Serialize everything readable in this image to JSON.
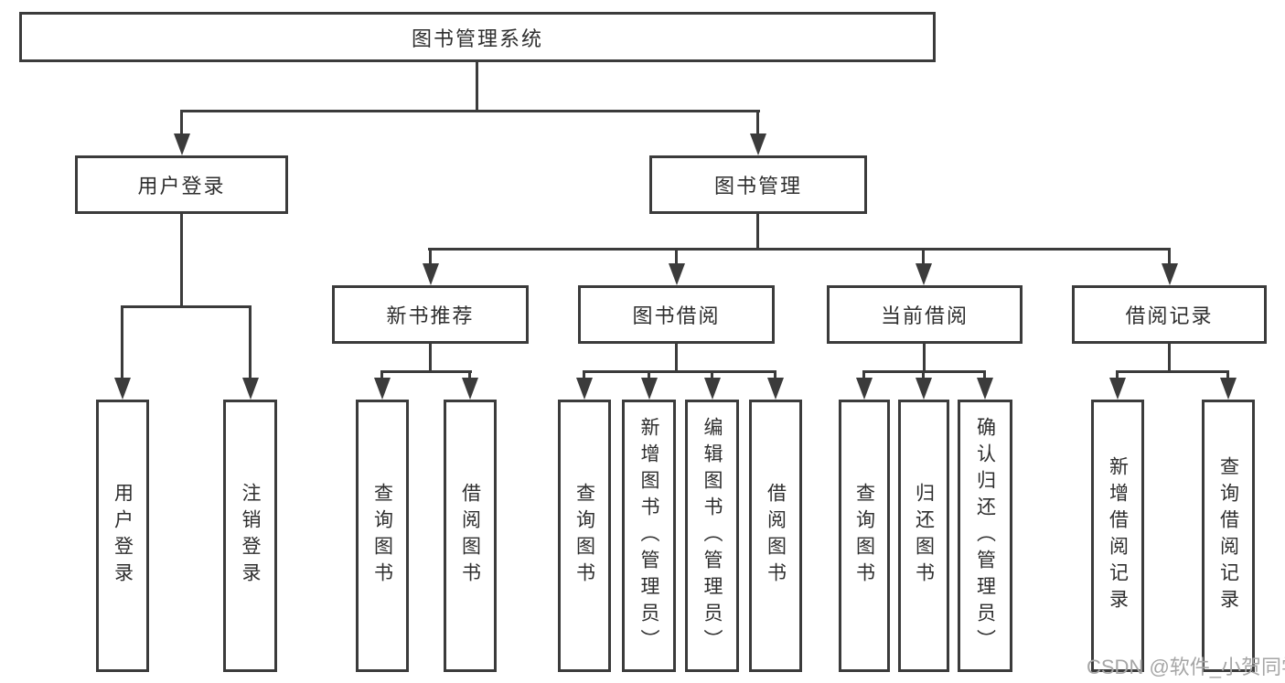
{
  "colors": {
    "line": "#3b3b3b",
    "text": "#2e2e2e",
    "box_bg": "#ffffff",
    "watermark": "#a6a6a6"
  },
  "watermark": {
    "text": "CSDN @软件_小贺同学"
  },
  "tree": {
    "label": "图书管理系统",
    "children": [
      {
        "label": "用户登录",
        "children": [
          {
            "label": "用户登录"
          },
          {
            "label": "注销登录"
          }
        ]
      },
      {
        "label": "图书管理",
        "children": [
          {
            "label": "新书推荐",
            "children": [
              {
                "label": "查询图书"
              },
              {
                "label": "借阅图书"
              }
            ]
          },
          {
            "label": "图书借阅",
            "children": [
              {
                "label": "查询图书"
              },
              {
                "label": "新增图书（管理员）"
              },
              {
                "label": "编辑图书（管理员）"
              },
              {
                "label": "借阅图书"
              }
            ]
          },
          {
            "label": "当前借阅",
            "children": [
              {
                "label": "查询图书"
              },
              {
                "label": "归还图书"
              },
              {
                "label": "确认归还（管理员）"
              }
            ]
          },
          {
            "label": "借阅记录",
            "children": [
              {
                "label": "新增借阅记录"
              },
              {
                "label": "查询借阅记录"
              }
            ]
          }
        ]
      }
    ]
  }
}
